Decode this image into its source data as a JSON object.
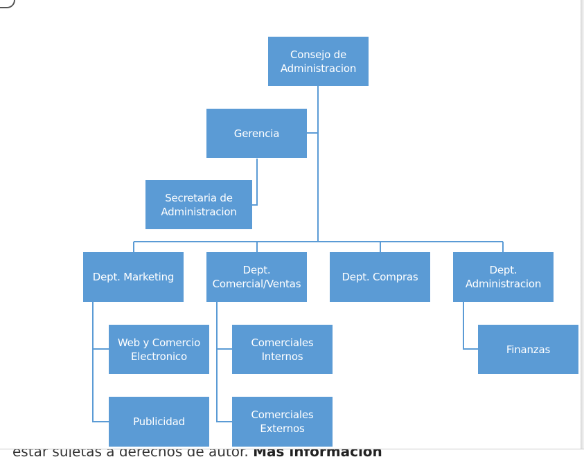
{
  "org_chart": {
    "root": "Consejo de\nAdministracion",
    "management": "Gerencia",
    "secretary": "Secretaria de\nAdministracion",
    "departments": [
      {
        "label": "Dept. Marketing",
        "children": [
          "Web y Comercio\nElectronico",
          "Publicidad"
        ]
      },
      {
        "label": "Dept.\nComercial/Ventas",
        "children": [
          "Comerciales\nInternos",
          "Comerciales\nExternos"
        ]
      },
      {
        "label": "Dept. Compras",
        "children": []
      },
      {
        "label": "Dept.\nAdministracion",
        "children": [
          "Finanzas"
        ]
      }
    ]
  },
  "colors": {
    "box": "#5b9bd5",
    "connector": "#5b9bd5",
    "box_text": "#ffffff"
  },
  "footer": {
    "text": "estar sujetas a derechos de autor.",
    "link": "Más información"
  }
}
